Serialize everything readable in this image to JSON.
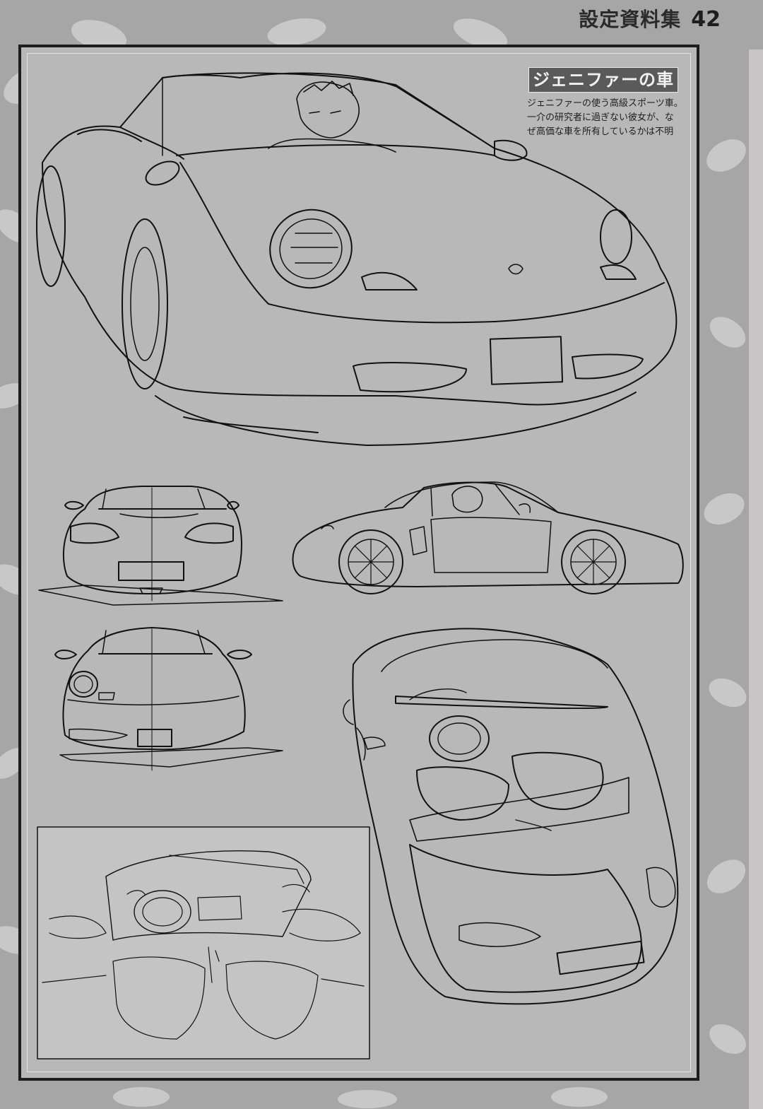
{
  "header": {
    "section_title": "設定資料集",
    "page_number": "42"
  },
  "caption": {
    "title": "ジェニファーの車",
    "lines": [
      "ジェニファーの使う高級スポーツ車。",
      "一介の研究者に過ぎない彼女が、な",
      "ぜ高価な車を所有しているかは不明"
    ]
  },
  "colors": {
    "page_bg": "#a6a6a6",
    "frame_bg": "#b8b8b8",
    "frame_border": "#1e1e1e",
    "caption_title_bg": "#5a5a5a",
    "line_art": "#111111"
  },
  "illustrations": [
    {
      "name": "front-three-quarter-view",
      "icon": "sports-car-with-driver"
    },
    {
      "name": "rear-view",
      "icon": "car-rear"
    },
    {
      "name": "side-view",
      "icon": "car-side-with-driver"
    },
    {
      "name": "front-view",
      "icon": "car-front"
    },
    {
      "name": "overhead-interior-view",
      "icon": "car-top-down"
    },
    {
      "name": "cockpit-interior-sketch",
      "icon": "car-dashboard"
    }
  ]
}
